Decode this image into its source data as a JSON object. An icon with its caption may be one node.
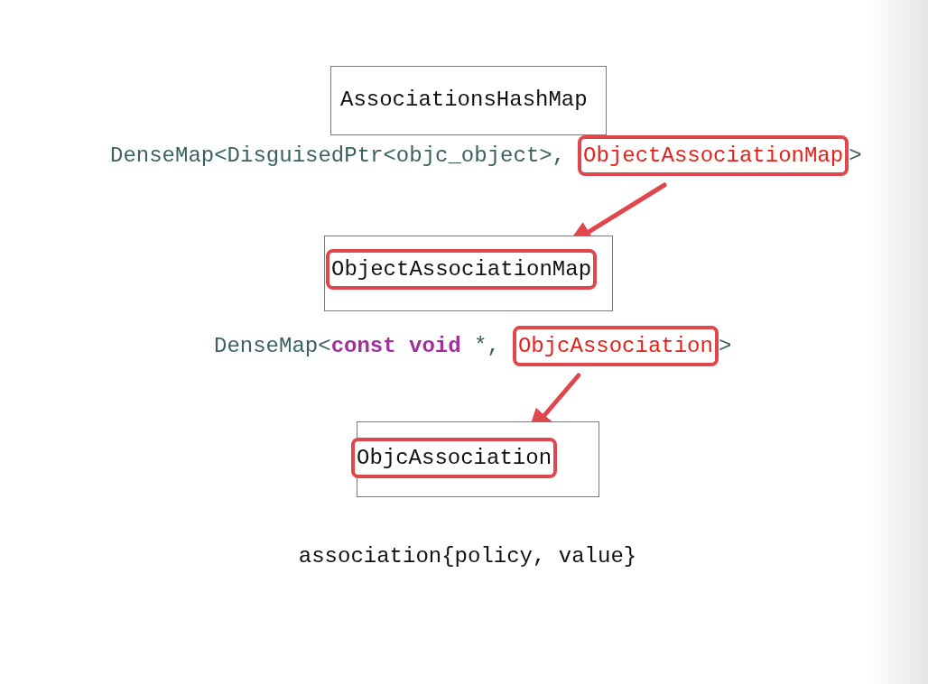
{
  "diagram": {
    "nodes": [
      {
        "text": [
          "AssociationsHashMap"
        ]
      },
      {
        "text": [
          "ObjectAssociationMap"
        ]
      },
      {
        "text": [],
        "shape": "box"
      },
      {
        "text": [
          "ObjectAssociationMap"
        ],
        "in": 2
      },
      {
        "text": [
          "ObjcAssociation"
        ]
      },
      {
        "text": [],
        "shape": "box"
      },
      {
        "text": [
          "ObjcAssociation"
        ],
        "in": 5
      }
    ],
    "edges": [
      {
        "from": 1,
        "to": 3,
        "arrow": "to"
      },
      {
        "from": 4,
        "to": 6,
        "arrow": "to"
      }
    ],
    "labels": [
      "DenseMap<DisguisedPtr<objc_object>,",
      ">",
      "DenseMap<**const** **void** *,",
      ">",
      "association{policy, value}"
    ]
  }
}
